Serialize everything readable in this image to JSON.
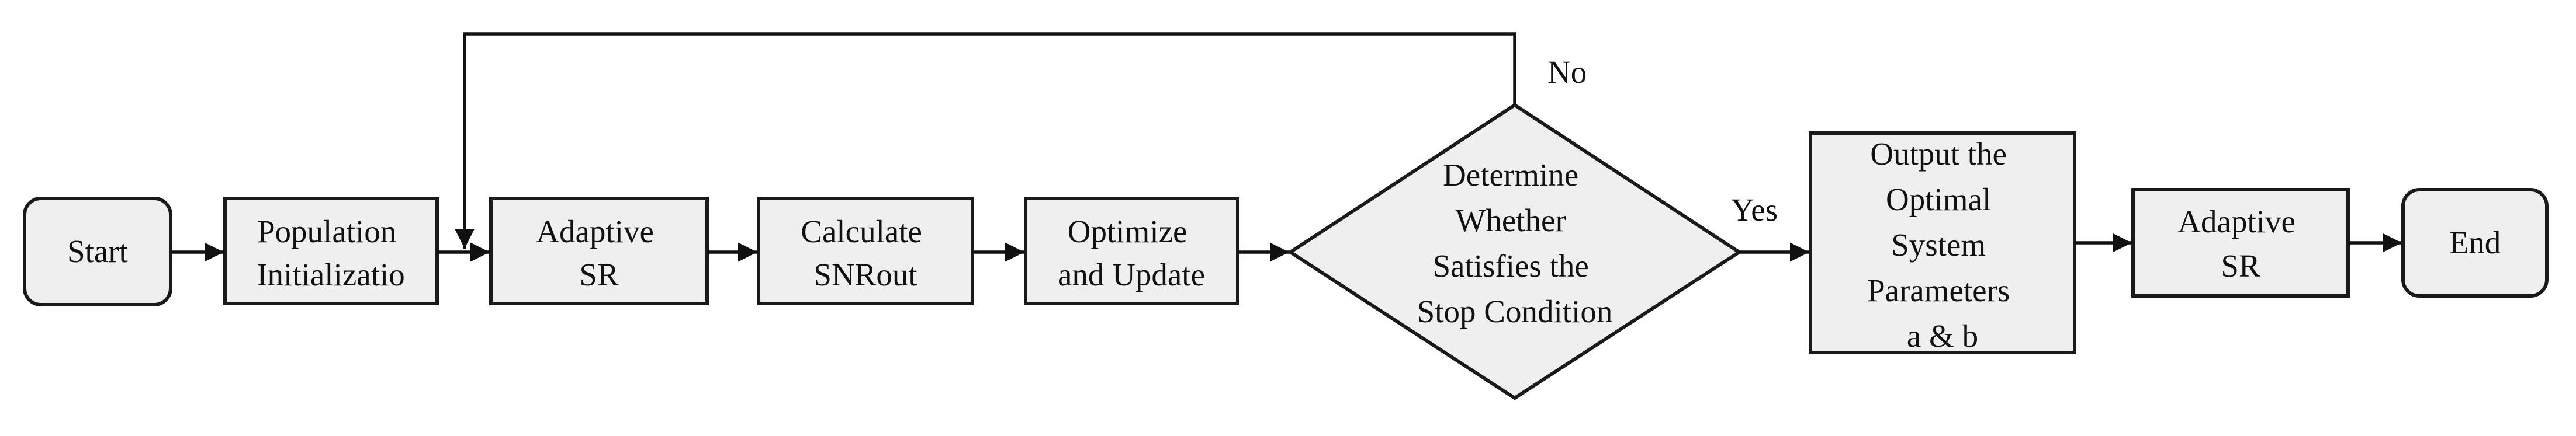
{
  "nodes": {
    "start": {
      "lines": [
        "Start"
      ]
    },
    "population_init": {
      "lines": [
        "Population",
        "Initializatio"
      ]
    },
    "adaptive_sr_1": {
      "lines": [
        "Adaptive",
        "SR"
      ]
    },
    "calculate_snrout": {
      "lines": [
        "Calculate",
        "SNRout"
      ]
    },
    "optimize_update": {
      "lines": [
        "Optimize",
        "and Update"
      ]
    },
    "decision": {
      "lines": [
        "Determine",
        "Whether",
        "Satisfies the",
        "Stop Condition"
      ]
    },
    "output_params": {
      "lines": [
        "Output the",
        "Optimal",
        "System",
        "Parameters",
        "a & b"
      ]
    },
    "adaptive_sr_2": {
      "lines": [
        "Adaptive",
        "SR"
      ]
    },
    "end": {
      "lines": [
        "End"
      ]
    }
  },
  "edge_labels": {
    "no": "No",
    "yes": "Yes"
  },
  "colors": {
    "node_fill": "#efefef",
    "stroke": "#111111"
  }
}
